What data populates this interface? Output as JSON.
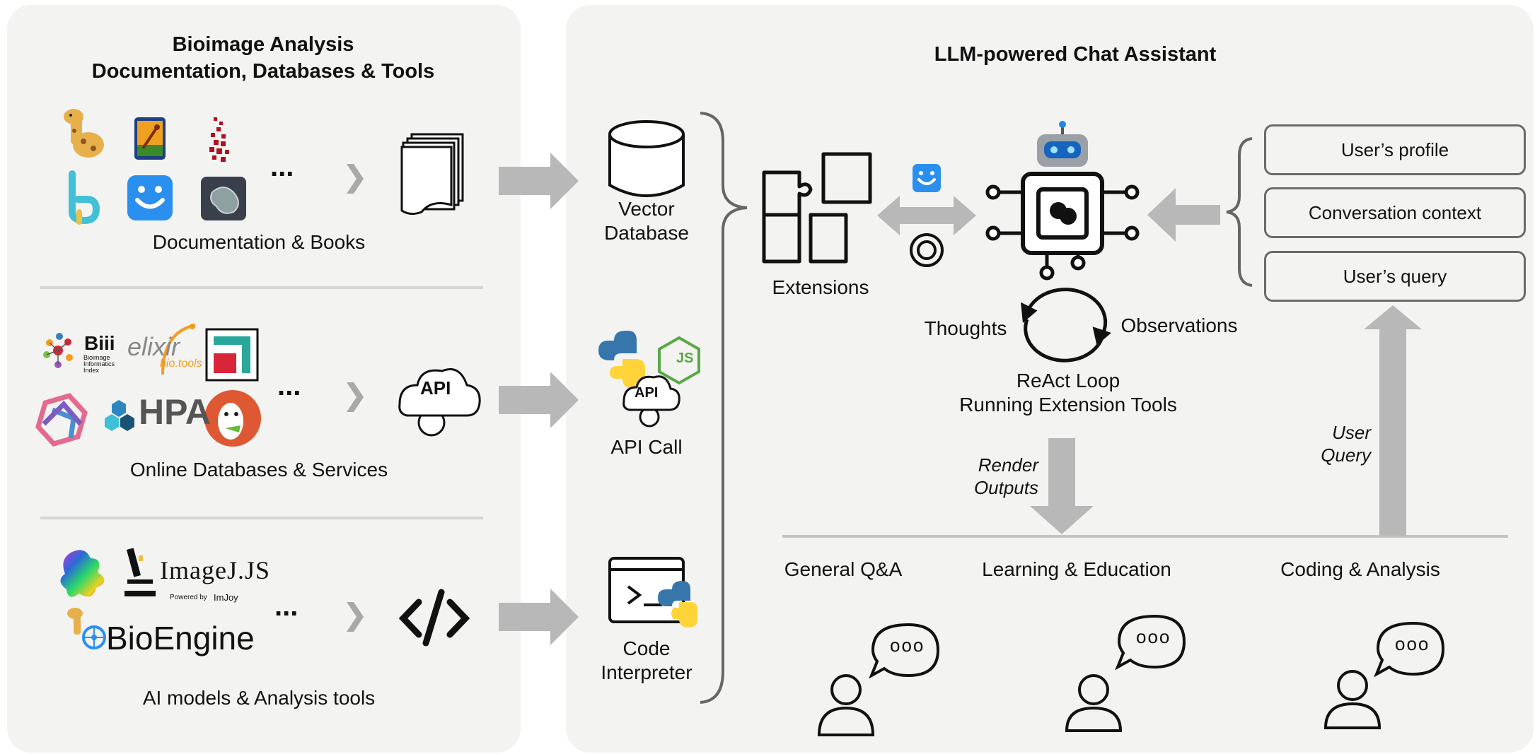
{
  "left_panel": {
    "title_line1": "Bioimage Analysis",
    "title_line2": "Documentation, Databases & Tools",
    "sections": [
      {
        "label": "Documentation & Books",
        "ellipsis": "..."
      },
      {
        "label": "Online Databases & Services",
        "ellipsis": "..."
      },
      {
        "label": "AI models & Analysis tools",
        "ellipsis": "..."
      }
    ],
    "logos": {
      "biii": "Biii",
      "biii_sub1": "Bioimage",
      "biii_sub2": "Informatics",
      "biii_sub3": "Index",
      "elixir": "elixir",
      "biotools": "bio.tools",
      "hpa": "HPA",
      "imagejjs": "ImageJ.JS",
      "powered_by": "Powered by",
      "imjoy": "ImJoy",
      "bioengine": "BioEngine"
    },
    "api_text": "API"
  },
  "middle": {
    "vector_db": "Vector\nDatabase",
    "api_call": "API Call",
    "api_text": "API",
    "js_text": "JS",
    "code_interpreter": "Code\nInterpreter"
  },
  "right_panel": {
    "title": "LLM-powered Chat Assistant",
    "extensions": "Extensions",
    "thoughts": "Thoughts",
    "observations": "Observations",
    "react_line1": "ReAct Loop",
    "react_line2": "Running Extension Tools",
    "render_outputs_line1": "Render",
    "render_outputs_line2": "Outputs",
    "user_query_line1": "User",
    "user_query_line2": "Query",
    "context_boxes": [
      "User’s profile",
      "Conversation context",
      "User’s query"
    ],
    "use_cases": [
      "General Q&A",
      "Learning & Education",
      "Coding & Analysis"
    ],
    "bubble_dots": "ooo"
  },
  "colors": {
    "panel_bg": "#f3f4f2",
    "arrow_gray": "#b8b8b8",
    "separator": "#d5d6d3",
    "imjoy_blue": "#2b8ff0",
    "robot_blue": "#1565c0",
    "python_blue": "#3776ab",
    "python_yellow": "#ffd43b",
    "js_green": "#5aa745",
    "duckduckgo_orange": "#de5833",
    "hpa_blue": "#2e86c1"
  },
  "icons": [
    "giraffe-icon",
    "smartphone-icon",
    "dna-icon",
    "b-logo-icon",
    "imjoy-smiley-icon",
    "cell-icon",
    "documents-icon",
    "api-cloud-icon",
    "code-brackets-icon",
    "database-cylinder-icon",
    "puzzle-icon",
    "robot-icon",
    "loop-arrows-icon",
    "person-chat-icon"
  ]
}
